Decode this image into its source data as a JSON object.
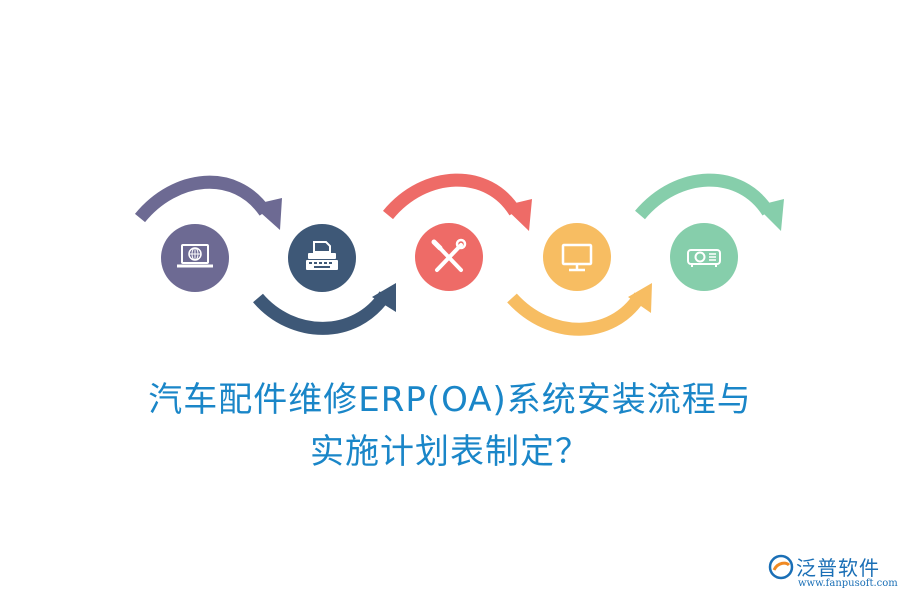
{
  "title": {
    "line1": "汽车配件维修ERP(OA)系统安装流程与",
    "line2": "实施计划表制定？"
  },
  "steps": [
    {
      "icon": "laptop-globe-icon",
      "color": "#6d6a93"
    },
    {
      "icon": "typewriter-icon",
      "color": "#3e5877"
    },
    {
      "icon": "wrench-screwdriver-icon",
      "color": "#ee6b67"
    },
    {
      "icon": "monitor-icon",
      "color": "#f7bd62"
    },
    {
      "icon": "projector-icon",
      "color": "#86ceab"
    }
  ],
  "logo": {
    "name": "泛普软件",
    "url": "www.fanpusoft.com",
    "color": "#1a6fb6"
  }
}
